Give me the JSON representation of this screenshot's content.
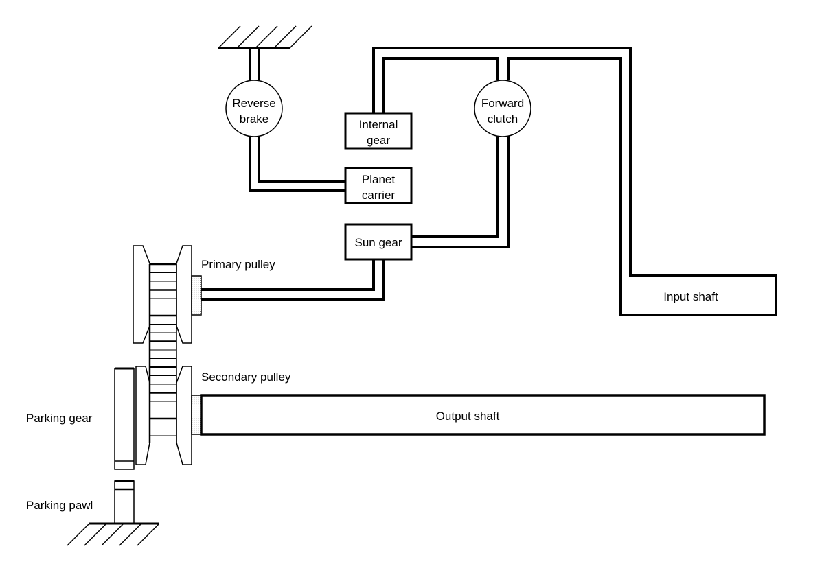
{
  "diagram": {
    "title": "CVT power transmission schematic",
    "components": {
      "reverse_brake": [
        "Reverse",
        "brake"
      ],
      "forward_clutch": [
        "Forward",
        "clutch"
      ],
      "internal_gear": [
        "Internal",
        "gear"
      ],
      "planet_carrier": [
        "Planet",
        "carrier"
      ],
      "sun_gear": "Sun gear",
      "primary_pulley": "Primary pulley",
      "secondary_pulley": "Secondary pulley",
      "input_shaft": "Input shaft",
      "output_shaft": "Output shaft",
      "parking_gear": "Parking gear",
      "parking_pawl": "Parking pawl"
    },
    "colors": {
      "line": "#000000",
      "background": "#ffffff",
      "stipple": "#bbbbbb"
    }
  }
}
